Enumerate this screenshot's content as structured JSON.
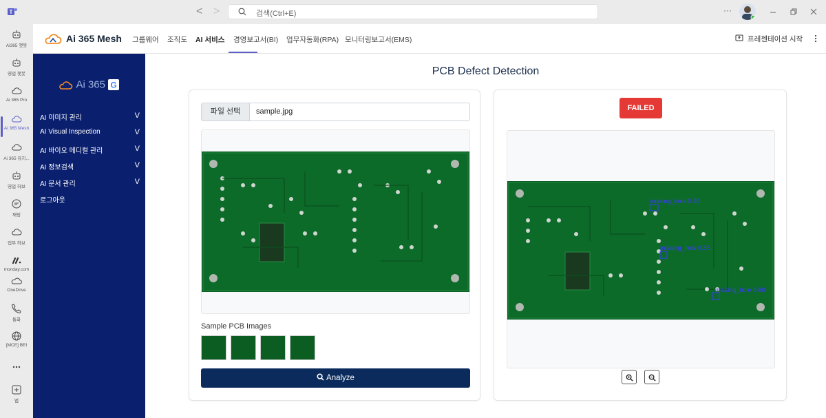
{
  "titlebar": {
    "search_placeholder": "검색(Ctrl+E)",
    "more": "···",
    "back": "<",
    "forward": ">"
  },
  "rail": [
    {
      "label": "Ai365 챗봇",
      "icon": "robot-icon"
    },
    {
      "label": "영업 챗봇",
      "icon": "robot-icon"
    },
    {
      "label": "Ai 365 Pro",
      "icon": "cloud-icon"
    },
    {
      "label": "Ai 365 Mesh",
      "icon": "cloud-icon",
      "active": true
    },
    {
      "label": "Ai 365 유지...",
      "icon": "cloud-icon"
    },
    {
      "label": "영업 허브",
      "icon": "robot-icon"
    },
    {
      "label": "채팅",
      "icon": "chat-icon"
    },
    {
      "label": "업무 허브",
      "icon": "cloud-icon"
    },
    {
      "label": "monday.com",
      "icon": "monday-icon"
    },
    {
      "label": "OneDrive",
      "icon": "onedrive-icon"
    },
    {
      "label": "통화",
      "icon": "phone-icon"
    },
    {
      "label": "[MCE] BEI",
      "icon": "globe-icon"
    },
    {
      "label": "",
      "icon": "more-icon"
    },
    {
      "label": "앱",
      "icon": "plus-icon"
    }
  ],
  "appbar": {
    "brand": "Ai 365 Mesh",
    "menu": [
      "그룹웨어",
      "조직도",
      "AI 서비스",
      "경영보고서(BI)",
      "업무자동화(RPA)",
      "모니터링보고서(EMS)"
    ],
    "present": "프레젠테이션 시작"
  },
  "sidebar": {
    "logo_text": "Ai 365",
    "items": [
      "AI 이미지 관리",
      "AI Visual Inspection",
      "AI 바이오 메디컬 관리",
      "AI 정보검색",
      "AI 문서 관리",
      "로그아웃"
    ],
    "chevron": "V"
  },
  "main": {
    "title": "PCB Defect Detection",
    "file_button": "파일 선택",
    "file_name": "sample.jpg",
    "sample_label": "Sample PCB Images",
    "analyze": "Analyze",
    "status": "FAILED",
    "detections": [
      {
        "label": "missing_hole 0.70"
      },
      {
        "label": "missing_hole 0.65"
      },
      {
        "label": "missing_hole 0.88"
      }
    ]
  },
  "colors": {
    "sidebar": "#0a1f6e",
    "accent": "#5b5fc7",
    "analyze": "#0a2b5c",
    "failed": "#e53935",
    "pcb": "#0d6b2a"
  }
}
